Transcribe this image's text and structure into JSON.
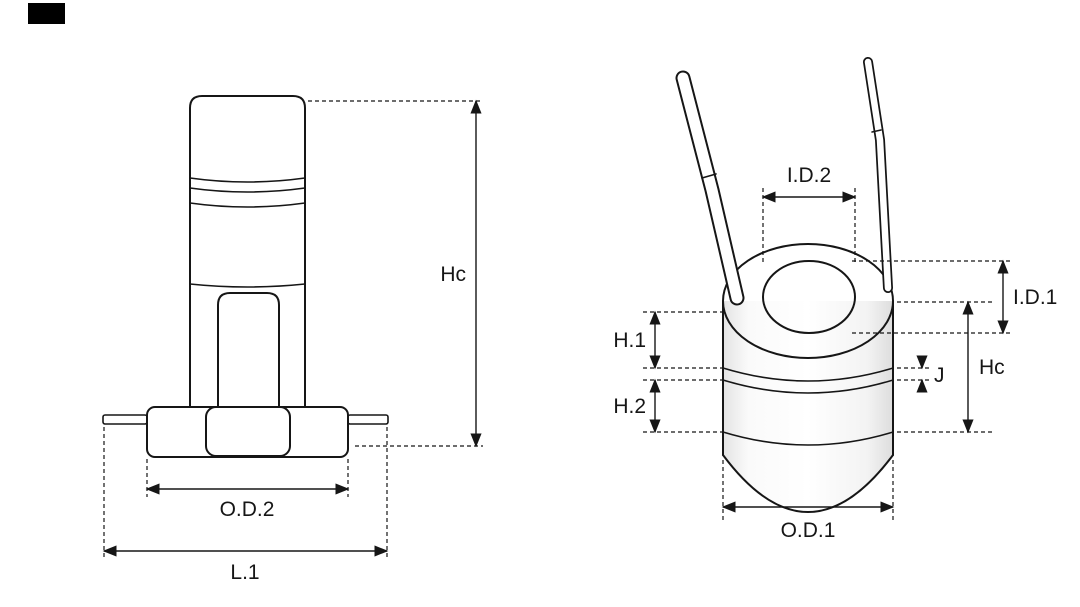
{
  "diagram": {
    "colors": {
      "line": "#161616",
      "background": "#ffffff",
      "logo": "#000000"
    },
    "left_view": {
      "dims": {
        "hc": "Hc",
        "od2": "O.D.2",
        "l1": "L.1"
      }
    },
    "right_view": {
      "dims": {
        "id2": "I.D.2",
        "id1": "I.D.1",
        "h1": "H.1",
        "h2": "H.2",
        "j": "J",
        "hc": "Hc",
        "od1": "O.D.1"
      }
    }
  }
}
